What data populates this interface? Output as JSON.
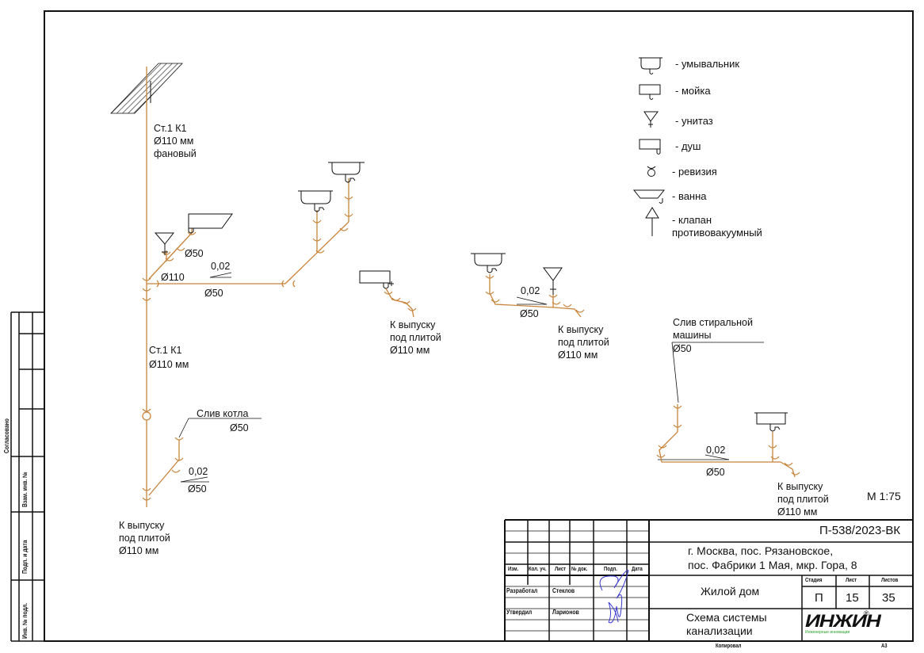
{
  "drawing": {
    "scale": "М 1:75",
    "pipe_color": "#c8843a",
    "riser": {
      "upper_label": [
        "Ст.1  К1",
        "Ø110 мм",
        "фановый"
      ],
      "lower_label": [
        "Ст.1  К1",
        "Ø110 мм"
      ],
      "outlet_label": [
        "К выпуску",
        "под плитой",
        "Ø110 мм"
      ],
      "branch_d110": "Ø110",
      "branch_d50_top": "Ø50",
      "slope_main": "0,02",
      "main_d50": "Ø50"
    },
    "boiler_drain": {
      "label": "Слив котла",
      "diameter": "Ø50",
      "slope": "0,02",
      "slope_diameter": "Ø50"
    },
    "shower_group": {
      "outlet_label": [
        "К выпуску",
        "под плитой",
        "Ø110 мм"
      ]
    },
    "middle_group": {
      "slope": "0,02",
      "diameter": "Ø50",
      "outlet_label": [
        "К выпуску",
        "под плитой",
        "Ø110 мм"
      ]
    },
    "washer_group": {
      "label": [
        "Слив стиральной",
        "машины"
      ],
      "diameter": "Ø50",
      "slope": "0,02",
      "slope_diameter": "Ø50",
      "outlet_label": [
        "К выпуску",
        "под плитой",
        "Ø110 мм"
      ]
    }
  },
  "legend": {
    "items": [
      {
        "icon": "washbasin-icon",
        "label": "- умывальник"
      },
      {
        "icon": "sink-icon",
        "label": "- мойка"
      },
      {
        "icon": "toilet-icon",
        "label": "- унитаз"
      },
      {
        "icon": "shower-icon",
        "label": "- душ"
      },
      {
        "icon": "cleanout-icon",
        "label": "- ревизия"
      },
      {
        "icon": "bathtub-icon",
        "label": "- ванна"
      },
      {
        "icon": "air-admittance-valve-icon",
        "label": "- клапан",
        "label2": "противовакуумный"
      }
    ]
  },
  "left_strip": {
    "agreed": "Согласовано",
    "replace_inv": "Взам. инв. №",
    "sign_date": "Подп. и дата",
    "inv_orig": "Инв. № подл."
  },
  "title_block": {
    "doc_code": "П-538/2023-ВК",
    "address_line1": "г. Москва, пос. Рязановское,",
    "address_line2": "пос. Фабрики 1 Мая, мкр. Гора, 8",
    "building": "Жилой дом",
    "sheet_title_line1": "Схема системы",
    "sheet_title_line2": "канализации",
    "headers": [
      "Изм.",
      "Кол. уч.",
      "Лист",
      "№ док.",
      "Подп.",
      "Дата"
    ],
    "roles": [
      {
        "role": "Разработал",
        "name": "Стеклов"
      },
      {
        "role": "Утвердил",
        "name": "Ларионов"
      }
    ],
    "stage_header": "Стадия",
    "sheet_header": "Лист",
    "sheets_header": "Листов",
    "stage": "П",
    "sheet": "15",
    "sheets": "35",
    "logo": "ИНЖИН",
    "logo_sub": "Инженерные инновации",
    "logo_reg": "®",
    "copied": "Копировал",
    "format": "А3"
  }
}
